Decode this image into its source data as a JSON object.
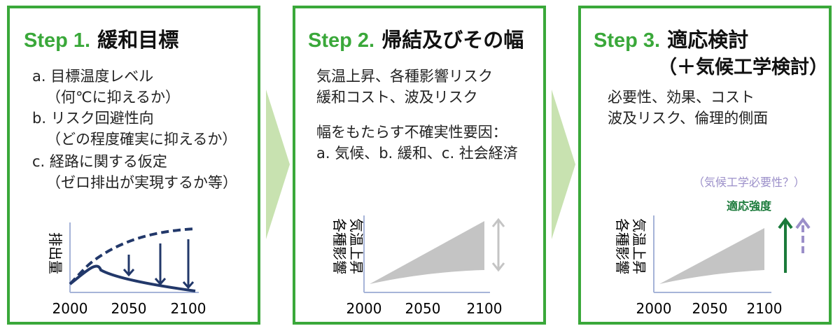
{
  "panels": [
    {
      "step": "Step 1.",
      "name": "緩和目標",
      "lines": [
        "a. 目標温度レベル",
        "（何℃に抑えるか）",
        "b. リスク回避性向",
        "（どの程度確実に抑えるか）",
        "c. 経路に関する仮定",
        "（ゼロ排出が実現するか等）"
      ],
      "chart": {
        "ylabel": "排出量",
        "xticks": [
          "2000",
          "2050",
          "2100"
        ]
      }
    },
    {
      "step": "Step 2.",
      "name": "帰結及びその幅",
      "lines": [
        "気温上昇、各種影響リスク",
        "緩和コスト、波及リスク",
        "幅をもたらす不確実性要因：",
        "a. 気候、b. 緩和、c. 社会経済"
      ],
      "chart": {
        "ylabel_1": "気温上昇",
        "ylabel_2": "各種影響",
        "xticks": [
          "2000",
          "2050",
          "2100"
        ]
      }
    },
    {
      "step": "Step 3.",
      "name": "適応検討",
      "subtitle": "（＋気候工学検討）",
      "lines": [
        "必要性、効果、コスト",
        "波及リスク、倫理的側面"
      ],
      "chart": {
        "ylabel_1": "気温上昇",
        "ylabel_2": "各種影響",
        "xticks": [
          "2000",
          "2050",
          "2100"
        ],
        "label_adapt": "適応強度",
        "label_geo": "（気候工学必要性？）"
      }
    }
  ],
  "colors": {
    "green": "#3aa83a",
    "dark_green": "#1a7a3a",
    "navy": "#22386a",
    "gray_fill": "#c4c4c4",
    "light_arrow": "#c8e2b0",
    "lavender": "#9b8fc9",
    "axis_blue": "#a6b4d8"
  }
}
